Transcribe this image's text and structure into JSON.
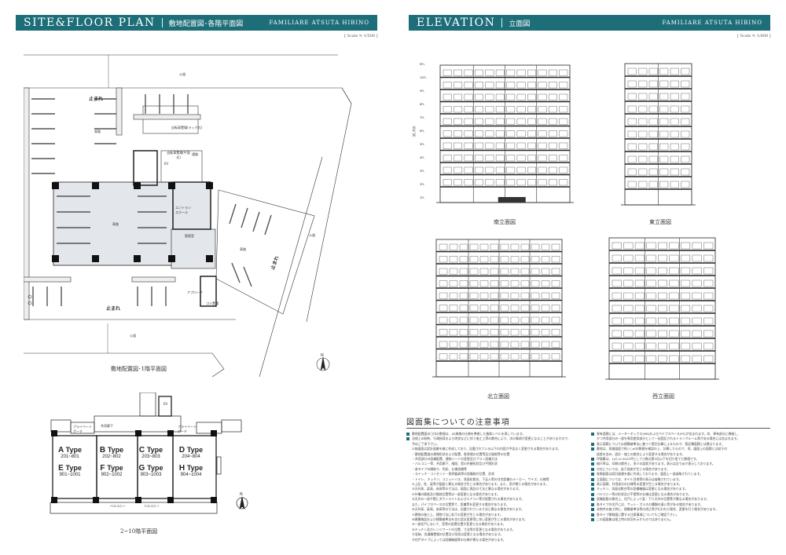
{
  "left_page": {
    "title": "SITE&FLOOR PLAN",
    "title_jp": "敷地配置図･各階平面図",
    "brand": "FAMILIARE ATSUTA HIBINO",
    "scale": "[ Scale ≒ 1/500 ]",
    "site_plan": {
      "caption": "敷地配置図･1階平面図",
      "labels": {
        "road_top": "公道",
        "road_bottom": "公道",
        "road_right": "公道",
        "driveway1": "車路",
        "driveway2": "車路",
        "driveway3": "車路",
        "bike_rack": "自転車置場(ラック式)",
        "bike_flat": "自転車置場(平面式)",
        "passage": "通路",
        "entrance": "エントランスホール",
        "manager": "管理室",
        "garbage": "ゴミ置場",
        "approach": "アプローチ",
        "stop1": "止まれ",
        "stop2": "止まれ",
        "stop3": "止まれ",
        "ev": "EV"
      },
      "north": "N"
    },
    "floor_plan": {
      "caption": "2~10階平面図",
      "corridor": "共用廊下",
      "porch": "プライベートポーチ",
      "balcony": "バルコニー",
      "ev": "EV",
      "types": [
        {
          "top": "A",
          "top_range": "201~801",
          "bottom": "E",
          "bottom_range": "901~1001"
        },
        {
          "top": "B",
          "top_range": "202~802",
          "bottom": "F",
          "bottom_range": "902~1002"
        },
        {
          "top": "C",
          "top_range": "203~803",
          "bottom": "G",
          "bottom_range": "903~1003"
        },
        {
          "top": "D",
          "top_range": "204~804",
          "bottom": "H",
          "bottom_range": "904~1004"
        }
      ],
      "type_word": "Type",
      "north": "N"
    }
  },
  "right_page": {
    "title": "ELEVATION",
    "title_jp": "立面図",
    "brand": "FAMILIARE ATSUTA HIBINO",
    "scale": "[ Scale ≒ 1/400 ]",
    "elevations": {
      "south": "南立面図",
      "east": "東立面図",
      "north": "北立面図",
      "west": "西立面図"
    },
    "floor_levels": [
      "RFL",
      "10FL",
      "9FL",
      "8FL",
      "7FL",
      "6FL",
      "5FL",
      "4FL",
      "3FL",
      "2FL",
      "1FL"
    ],
    "total_height": "30,700",
    "notes_title": "図面集についての注意事項",
    "notes_left": [
      {
        "b": true,
        "t": "敷地配置図の〇内の数値は、JIS規格の仕様を準拠した植栽レベルを表しています。"
      },
      {
        "b": true,
        "t": "法規上の制約、行政指導および改良などに伴う施工上等の都合により、次の事項が変更になることがありますので、"
      },
      {
        "b": false,
        "t": "予めご了承下さい。"
      },
      {
        "b": false,
        "t": "①各図面は設計図書を基に作成しており、記載されている以下の内容が予告なく変更される場合があります。"
      },
      {
        "b": false,
        "t": "・敷地配置図の建物形状および配置、駐車場の位置等及び屋根等の位置"
      },
      {
        "b": false,
        "t": "・共用部分の設備配置、建物ハードの変更及びプラン設備方法"
      },
      {
        "b": false,
        "t": "・バルコニー等、共用廊下、階段、窓の外観形状及び手摺形状"
      },
      {
        "b": false,
        "t": "・各タイプの間取り、色彩、仕様設備等"
      },
      {
        "b": false,
        "t": "・スイッチ・コンセント・照明器具等の設備取付位置、形状"
      },
      {
        "b": false,
        "t": "・トイレ、キッチン、ユニットバス、洗面化粧台、下足入等の住宅設備のメーカー、サイズ、仕様等"
      },
      {
        "b": false,
        "t": "②上記、柱、梁等が図面と異なる場合が生じる場合があります。また、窓が閉じる場合があります。"
      },
      {
        "b": false,
        "t": "③天井高、梁高、床高等の寸法は、図面に表記の寸法と異なる場合があります。"
      },
      {
        "b": false,
        "t": "④外構の植栽及び植栽位置等は一部変更となる場合があります。"
      },
      {
        "b": false,
        "t": "⑤天井の一部や壁にダウンライトおよびエアコン等が設置される場合があります。"
      },
      {
        "b": false,
        "t": "また、パイプスペースの位置等で、設備等を変更する場合があります。"
      },
      {
        "b": false,
        "t": "⑥天井高、梁高、床高等の寸法は、記載されている寸法と異なる場合があります。"
      },
      {
        "b": false,
        "t": "⑦建物の施工上、建物寸法に若干の変更が生じる場合があります。"
      },
      {
        "b": false,
        "t": "⑧建築確認および建築基準法を含む設計変更等に伴い変更が生じる場合があります。"
      },
      {
        "b": false,
        "t": "⑨一部住戸において、窓等の設置位置が変更となる場合があります。"
      },
      {
        "b": false,
        "t": "⑩キッチン及びレンジフードの位置、寸法等が変更となる場合があります。"
      },
      {
        "b": false,
        "t": "⑪収納、洗濯機置場の位置及び形状は変更となる場合があります。"
      },
      {
        "b": false,
        "t": "⑫住戸タイプによっては設備機器等の仕様が異なる場合があります。"
      }
    ],
    "notes_right": [
      {
        "b": true,
        "t": "専有面積には、メーターボックス(MB)およびパイプスペース(PS)が含まれます。尚、専有部分に隣接し、"
      },
      {
        "b": false,
        "t": "かつ共用部分の一部を専用使用部分として一括登記されるトランクルーム等がある場合には含まれます。"
      },
      {
        "b": true,
        "t": "表示面積については建築基準法に基づく壁芯計算によるもので、登記簿面積とは異なります。"
      },
      {
        "b": true,
        "t": "敷地は、測量図面で約○○㎡の数値を確認の上、計算したもので、尚、図面上の面積とは若干の"
      },
      {
        "b": false,
        "t": "誤差を含み、設計・施工の都合により変更する場合があります。"
      },
      {
        "b": true,
        "t": "坪換算は、1㎡=0.3025坪として小数点第3位以下を切り捨てた数値です。"
      },
      {
        "b": true,
        "t": "縮尺率は、印刷の都合上、多少の誤差があります。表示は全て㎜で表示しております。"
      },
      {
        "b": true,
        "t": "方位については、若干誤差が生じる場合があります。"
      },
      {
        "b": true,
        "t": "各階図面は設計図書を基に作成しております。図面上一部省略されています。"
      },
      {
        "b": true,
        "t": "立面図については、タイル目地等の表示は省略されています。"
      },
      {
        "b": true,
        "t": "表示面積、共用部分の仕様等の変更が生じる場合があります。"
      },
      {
        "b": true,
        "t": "キッチン、洗面化粧台等の設備機器は変更になる場合があります。"
      },
      {
        "b": true,
        "t": "バルコニー等の形状及び手摺等の仕様は変更になる場合があります。"
      },
      {
        "b": true,
        "t": "設備配管の都合上、住戸によって梁・下り天井の位置等が異なる場合があります。"
      },
      {
        "b": true,
        "t": "各タイプの住戸には、サッシ・ガラスの種類の違い等がある場合があります。"
      },
      {
        "b": true,
        "t": "本物件の施工時に、建築基準法等の改正等が行われた場合、変更を行う場合があります。"
      },
      {
        "b": true,
        "t": "各タイプ間取図に関する注意事項についてもご確認下さい。"
      },
      {
        "b": true,
        "t": "この図面集は竣工時の状況を示すものではありません。"
      }
    ]
  }
}
